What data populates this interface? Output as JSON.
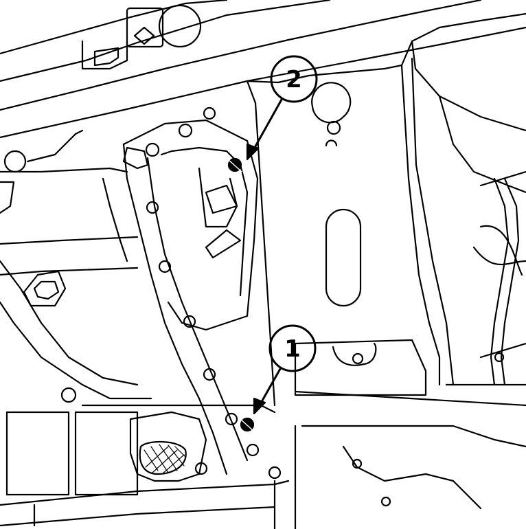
{
  "callouts": [
    {
      "id": "1",
      "label": "1"
    },
    {
      "id": "2",
      "label": "2"
    }
  ],
  "colors": {
    "background": "#ffffff",
    "line": "#000000"
  }
}
